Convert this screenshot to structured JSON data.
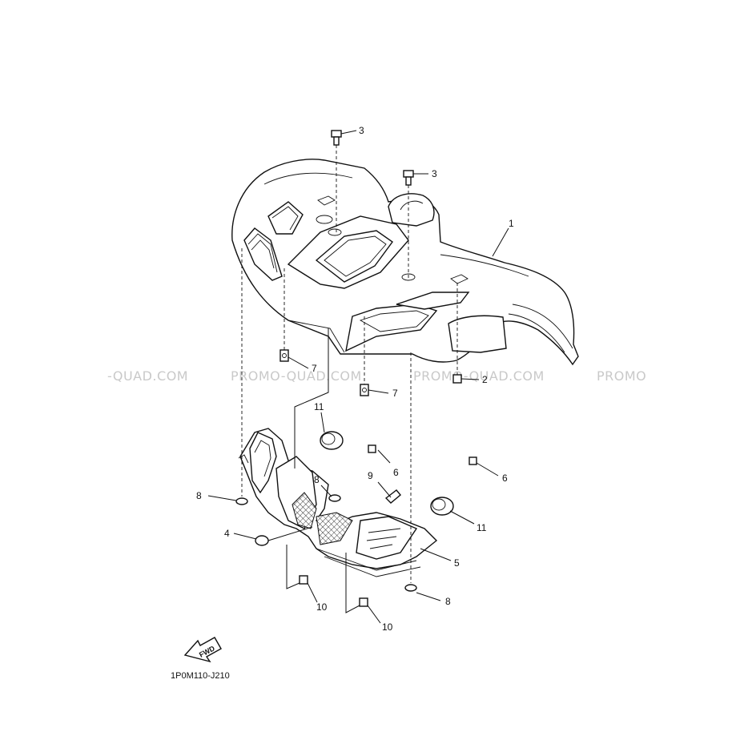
{
  "watermark": {
    "texts": [
      "-QUAD.COM",
      "PROMO-QUAD.COM",
      "PROMO-QUAD.COM",
      "PROMO"
    ]
  },
  "callouts": {
    "c1": "1",
    "c2": "2",
    "c3a": "3",
    "c3b": "3",
    "c4": "4",
    "c5": "5",
    "c6a": "6",
    "c6b": "6",
    "c7a": "7",
    "c7b": "7",
    "c8a": "8",
    "c8b": "8",
    "c9": "9",
    "c10a": "10",
    "c10b": "10",
    "c11a": "11",
    "c11b": "11"
  },
  "direction_arrow": {
    "label": "FWD"
  },
  "diagram_code": "1P0M110-J210"
}
